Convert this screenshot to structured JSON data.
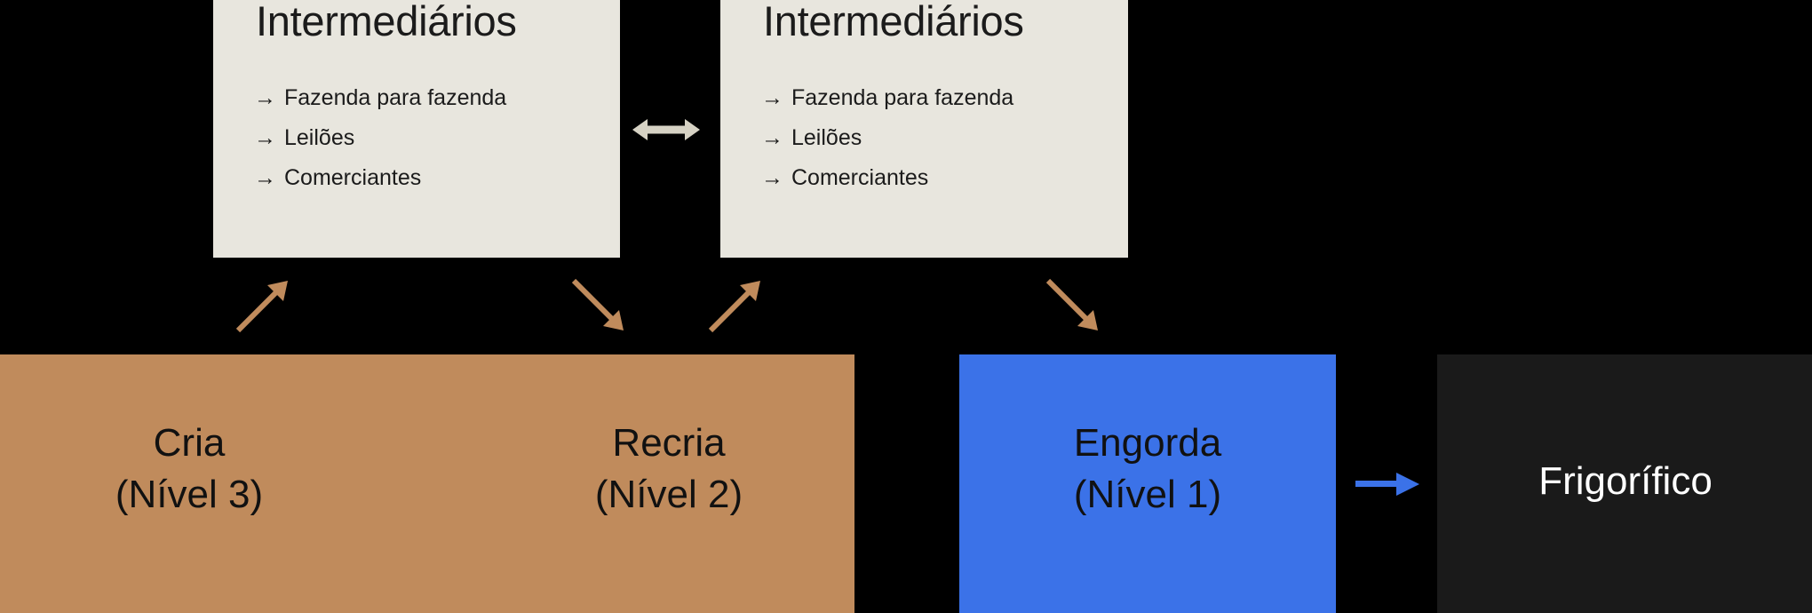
{
  "diagram": {
    "title_semantics": "cattle-supply-chain-flow",
    "background_color": "#000000",
    "palette": {
      "card_bg": "#E8E6DE",
      "card_text": "#1B1B1B",
      "tan": "#C08B5C",
      "blue": "#3B72E8",
      "dark": "#1A1A1A",
      "white": "#FFFFFF"
    }
  },
  "intermediary_cards": [
    {
      "id": "intermediary-card-left",
      "title": "Intermediários",
      "bullet_glyph": "→",
      "items": [
        "Fazenda para fazenda",
        "Leilões",
        "Comerciantes"
      ]
    },
    {
      "id": "intermediary-card-right",
      "title": "Intermediários",
      "bullet_glyph": "→",
      "items": [
        "Fazenda para fazenda",
        "Leilões",
        "Comerciantes"
      ]
    }
  ],
  "connectors": {
    "bidirectional_label": "↔",
    "diagonal_arrows": [
      {
        "name": "cria-to-intermediary-left",
        "direction": "up-right",
        "color": "#C08B5C"
      },
      {
        "name": "intermediary-left-to-recria",
        "direction": "down-right",
        "color": "#C08B5C"
      },
      {
        "name": "recria-to-intermediary-right",
        "direction": "up-right",
        "color": "#C08B5C"
      },
      {
        "name": "intermediary-right-to-engorda",
        "direction": "down-right",
        "color": "#C08B5C"
      }
    ],
    "engorda_to_frigorifico": {
      "name": "engorda-to-frigorifico",
      "direction": "right",
      "color": "#3B72E8"
    }
  },
  "stages": [
    {
      "id": "stage-cria",
      "name": "Cria",
      "level": "(Nível 3)",
      "color": "#C08B5C"
    },
    {
      "id": "stage-recria",
      "name": "Recria",
      "level": "(Nível 2)",
      "color": "#C08B5C"
    },
    {
      "id": "stage-engorda",
      "name": "Engorda",
      "level": "(Nível 1)",
      "color": "#3B72E8"
    },
    {
      "id": "stage-frigorifico",
      "name": "Frigorífico",
      "level": "",
      "color": "#1A1A1A"
    }
  ]
}
